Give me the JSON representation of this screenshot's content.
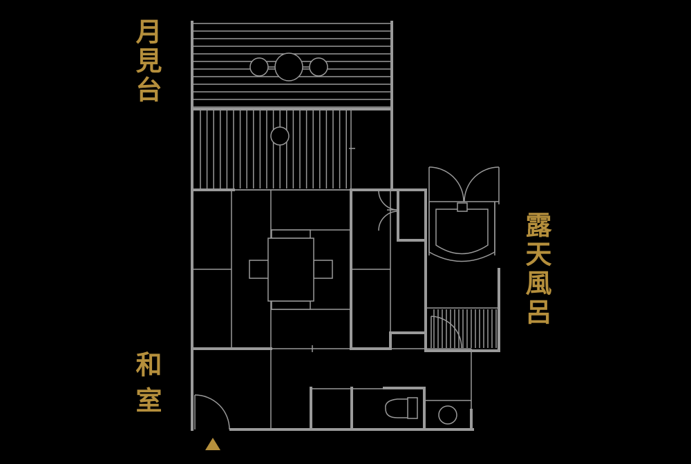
{
  "labels": {
    "moon_viewing_deck": "月見台",
    "open_air_bath": "露天風呂",
    "japanese_room": "和室"
  },
  "colors": {
    "background": "#000000",
    "label_gold": "#b58f3c",
    "line_gray": "#9a9a9a",
    "entrance_marker": "#b58f3c"
  },
  "icons": {
    "entrance": "entrance-triangle-icon",
    "toilet": "toilet-icon",
    "sink": "sink-icon",
    "tub": "bathtub-icon"
  }
}
